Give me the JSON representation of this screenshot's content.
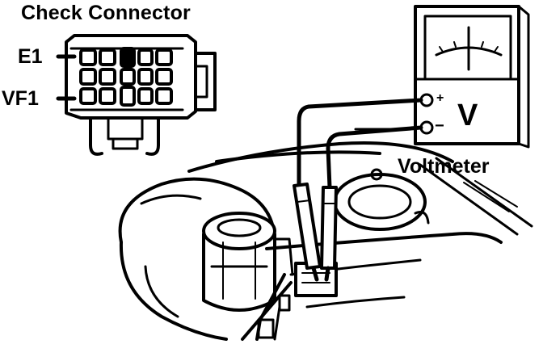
{
  "labels": {
    "title": "Check Connector",
    "pin_e1": "E1",
    "pin_vf1": "VF1",
    "instrument": "Voltmeter",
    "meter_symbol": "V",
    "plus_terminal": "+",
    "minus_terminal": "−"
  },
  "colors": {
    "ink": "#000000",
    "paper": "#ffffff"
  },
  "icons": [
    "connector-icon",
    "voltmeter-icon",
    "engine-icon",
    "probe-icon"
  ]
}
